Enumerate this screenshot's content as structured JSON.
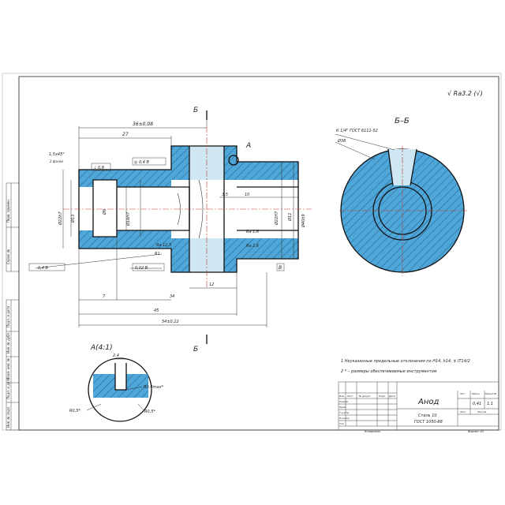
{
  "roughness": "√ Ra3.2 (√)",
  "section_label": "Б–Б",
  "view_a_label": "А",
  "detail_label": "А(4:1)",
  "cut_label": "Б",
  "margin_labels": [
    "Перв. примен.",
    "Справ. №",
    "Подп. и дата",
    "Инв. № дубл.",
    "Взам. инв. №",
    "Подп. и дата",
    "Инв. № подл."
  ],
  "notes": [
    "1  Неуказанные предельные отклонения по Н14, h14, ± IT14/2",
    "2  * – размеры обеспечиваемые инструментом"
  ],
  "dimensions": {
    "d36": "36±0,08",
    "d27": "27",
    "chamfer": "1,5х45°",
    "chamfer2": "2 фаски",
    "tol1": "⊥ 0,8",
    "tol2": "◎ 0,4  В",
    "flat": "0,4 В",
    "d22": "Ø22h7",
    "d13": "Ø13",
    "d9": "Ø9",
    "d16": "Ø16",
    "d10": "Ø16H7",
    "d_inner": "Ø22H7",
    "r125": "Ra 12,5",
    "r16a": "Ra 1,6",
    "r16b": "Ra 1,6",
    "d35": "3,5",
    "d10b": "10",
    "d12": "Ø12",
    "d40": "Ø40h9",
    "r81": "R1",
    "tol3": "0,02  В",
    "d7": "7",
    "d34": "34",
    "d12b": "12",
    "d45": "45",
    "d54": "54±0,12",
    "k14": "К 1/4\" ГОСТ 6111-52",
    "r38": "Ø38",
    "d24": "2,4",
    "r04a": "R0,4max*",
    "r05a": "R0,5*",
    "r05b": "R0,5*",
    "datum_b": "В",
    "label_a": "А"
  },
  "title_block": {
    "part_name": "Анод",
    "material_line1": "Сталь 10",
    "material_line2": "ГОСТ 1050-88",
    "col_lit": "Лит.",
    "col_mass": "Масса",
    "col_scale": "Масштаб",
    "mass": "0,41",
    "scale": "1:1",
    "sheet": "Лист",
    "sheets": "Листов",
    "headers": [
      "Изм.",
      "Лист",
      "№ докум.",
      "Подп.",
      "Дата"
    ],
    "roles": [
      "Разраб.",
      "Пров.",
      "Т.контр.",
      "",
      "Н.контр.",
      "Утв."
    ],
    "copied": "Копировал",
    "format": "Формат  А3"
  }
}
